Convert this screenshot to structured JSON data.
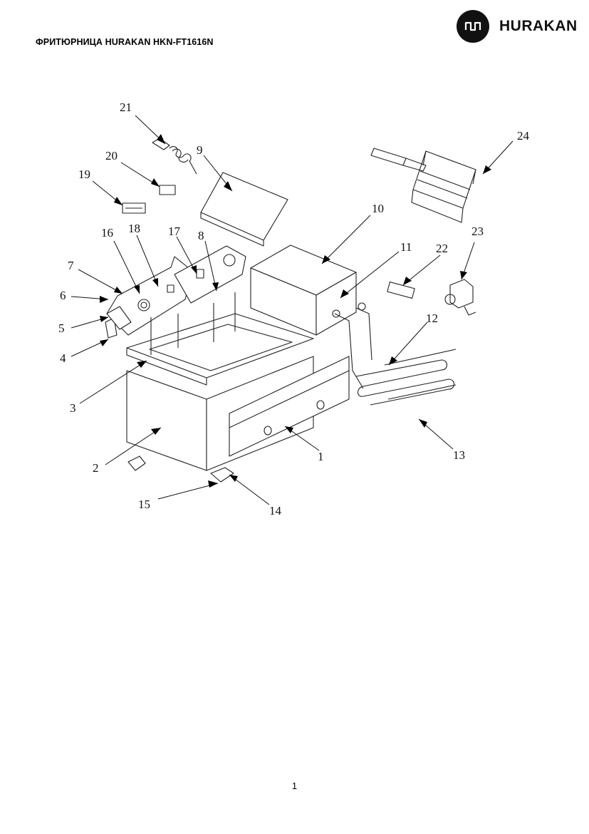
{
  "header": {
    "title": "ФРИТЮРНИЦА HURAKAN HKN-FT1616N",
    "brand": "HURAKAN",
    "logo_icon": "hurakan-logo-icon"
  },
  "diagram": {
    "callouts": [
      "1",
      "2",
      "3",
      "4",
      "5",
      "6",
      "7",
      "8",
      "9",
      "10",
      "11",
      "12",
      "13",
      "14",
      "15",
      "16",
      "17",
      "18",
      "19",
      "20",
      "21",
      "22",
      "23",
      "24"
    ]
  },
  "footer": {
    "page_number": "1"
  }
}
